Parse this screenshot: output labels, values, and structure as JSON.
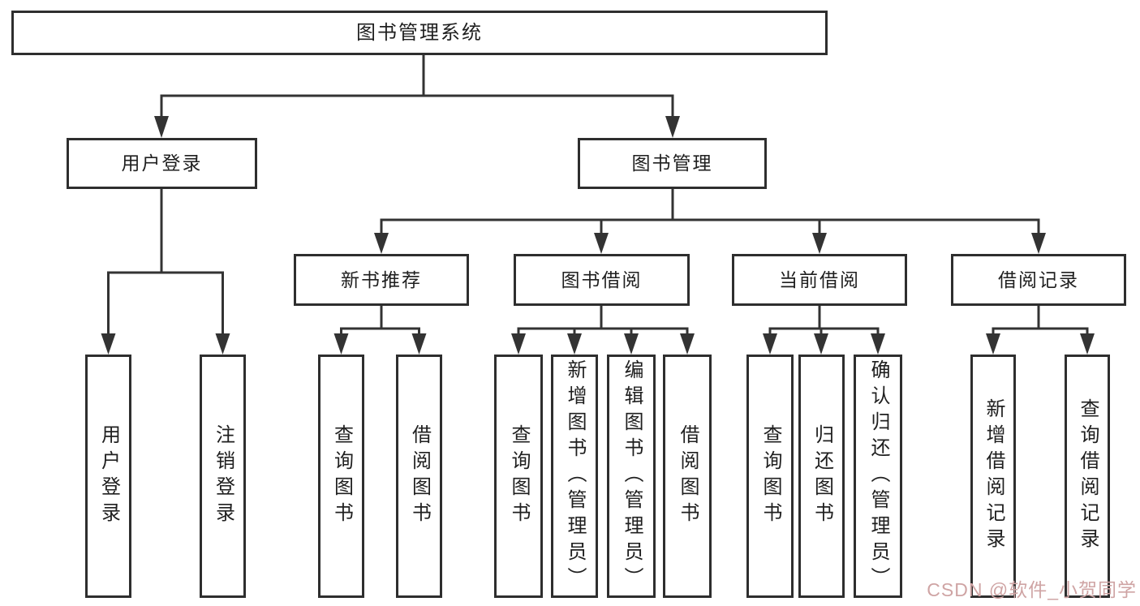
{
  "diagram_title": "图书管理系统",
  "tree": {
    "label": "图书管理系统",
    "children": [
      {
        "label": "用户登录",
        "children": [
          {
            "label": "用户登录"
          },
          {
            "label": "注销登录"
          }
        ]
      },
      {
        "label": "图书管理",
        "children": [
          {
            "label": "新书推荐",
            "children": [
              {
                "label": "查询图书"
              },
              {
                "label": "借阅图书"
              }
            ]
          },
          {
            "label": "图书借阅",
            "children": [
              {
                "label": "查询图书"
              },
              {
                "label": "新增图书（管理员）"
              },
              {
                "label": "编辑图书（管理员）"
              },
              {
                "label": "借阅图书"
              }
            ]
          },
          {
            "label": "当前借阅",
            "children": [
              {
                "label": "查询图书"
              },
              {
                "label": "归还图书"
              },
              {
                "label": "确认归还（管理员）"
              }
            ]
          },
          {
            "label": "借阅记录",
            "children": [
              {
                "label": "新增借阅记录"
              },
              {
                "label": "查询借阅记录"
              }
            ]
          }
        ]
      }
    ]
  },
  "watermark": "CSDN @软件_小贺同学",
  "colors": {
    "line": "#333333",
    "box_border": "#2e2e2e",
    "text": "#1f1f1f",
    "watermark": "#cfa4a4",
    "background": "#ffffff"
  }
}
